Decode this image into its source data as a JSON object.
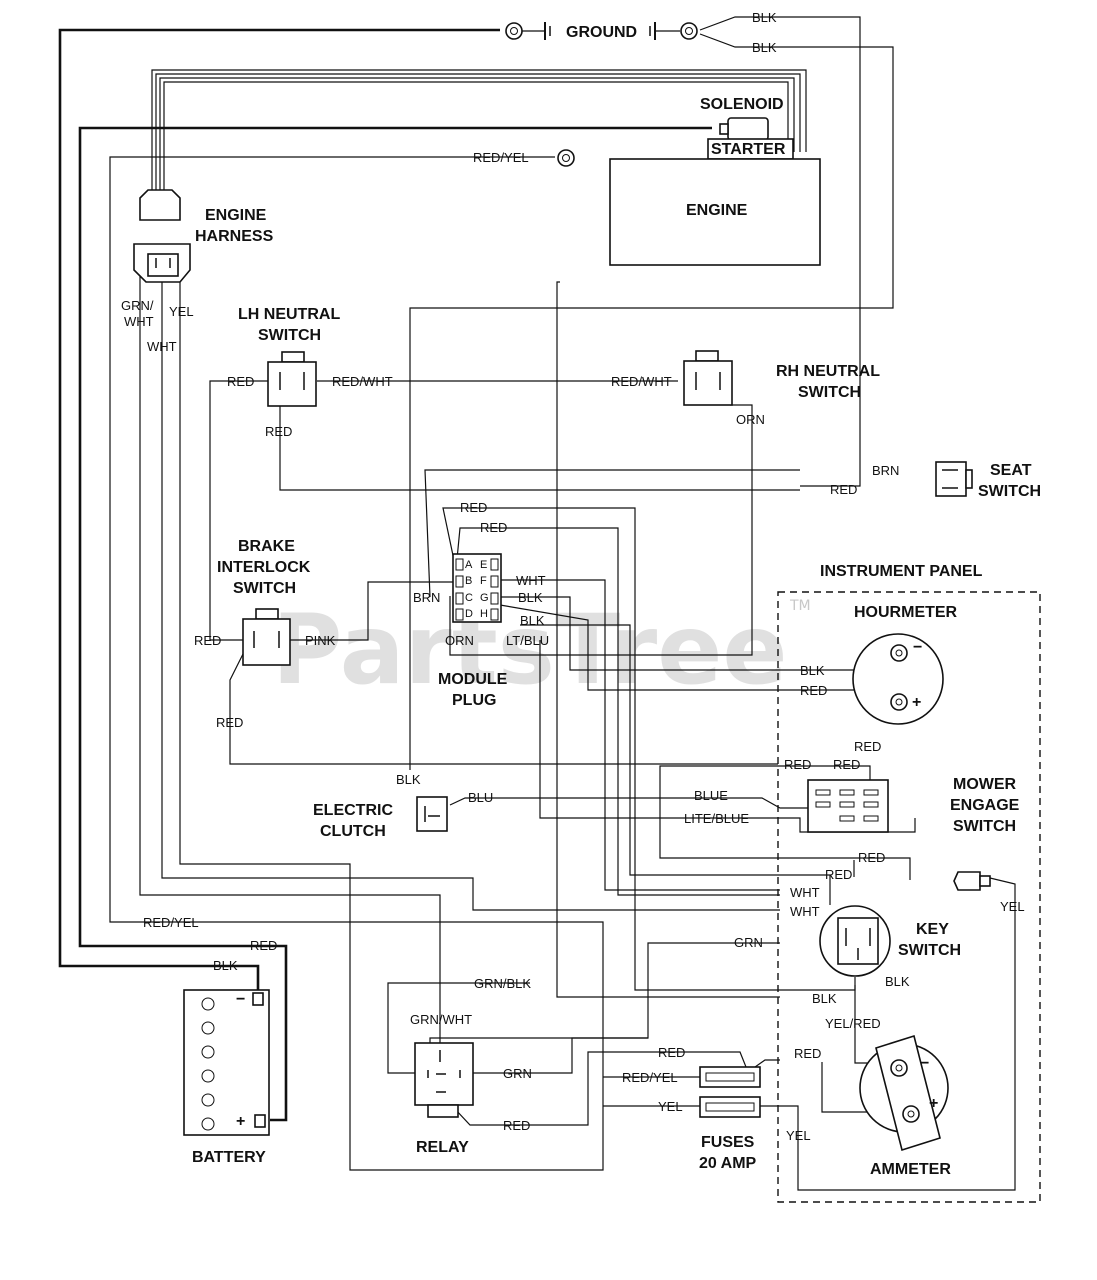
{
  "watermark": {
    "text": "PartsTree",
    "trademark": "TM"
  },
  "components": {
    "ground": "GROUND",
    "solenoid": "SOLENOID",
    "starter": "STARTER",
    "engine": "ENGINE",
    "engine_harness": [
      "ENGINE",
      "HARNESS"
    ],
    "lh_neutral_switch": [
      "LH NEUTRAL",
      "SWITCH"
    ],
    "rh_neutral_switch": [
      "RH NEUTRAL",
      "SWITCH"
    ],
    "seat_switch": [
      "SEAT",
      "SWITCH"
    ],
    "brake_interlock_switch": [
      "BRAKE",
      "INTERLOCK",
      "SWITCH"
    ],
    "module_plug": [
      "MODULE",
      "PLUG"
    ],
    "electric_clutch": [
      "ELECTRIC",
      "CLUTCH"
    ],
    "instrument_panel": "INSTRUMENT PANEL",
    "hourmeter": "HOURMETER",
    "mower_engage_switch": [
      "MOWER",
      "ENGAGE",
      "SWITCH"
    ],
    "key_switch": [
      "KEY",
      "SWITCH"
    ],
    "relay": "RELAY",
    "battery": "BATTERY",
    "fuses": [
      "FUSES",
      "20 AMP"
    ],
    "ammeter": "AMMETER"
  },
  "module_pins": {
    "left": [
      "A",
      "B",
      "C",
      "D"
    ],
    "right": [
      "E",
      "F",
      "G",
      "H"
    ]
  },
  "polarity": {
    "minus": "−",
    "plus": "+",
    "hour_minus": "−",
    "hour_plus": "+"
  },
  "wire_labels": {
    "gnd_blk1": "BLK",
    "gnd_blk2": "BLK",
    "red_yel_top": "RED/YEL",
    "grn_wht_harness": "GRN/\nWHT",
    "grn_wht_h1": "GRN/",
    "grn_wht_h2": "WHT",
    "yel_harness": "YEL",
    "wht_harness": "WHT",
    "lh_red_left": "RED",
    "lh_red_wht": "RED/WHT",
    "lh_red_below": "RED",
    "rh_red_wht": "RED/WHT",
    "rh_orn": "ORN",
    "seat_brn": "BRN",
    "seat_red": "RED",
    "brake_red": "RED",
    "brake_pink": "PINK",
    "brake_red_below": "RED",
    "mod_red_top1": "RED",
    "mod_red_top2": "RED",
    "mod_brn": "BRN",
    "mod_wht": "WHT",
    "mod_blk1": "BLK",
    "mod_blk2": "BLK",
    "mod_orn": "ORN",
    "mod_ltblu": "LT/BLU",
    "hour_blk": "BLK",
    "hour_red": "RED",
    "mower_red_top": "RED",
    "mower_red_a": "RED",
    "mower_red_b": "RED",
    "mower_blue": "BLUE",
    "mower_liteblue": "LITE/BLUE",
    "clutch_blk": "BLK",
    "clutch_blu": "BLU",
    "key_red1": "RED",
    "key_red2": "RED",
    "key_wht1": "WHT",
    "key_wht2": "WHT",
    "key_grn": "GRN",
    "key_blk": "BLK",
    "key_blk2": "BLK",
    "key_yel_red": "YEL/RED",
    "left_red_yel": "RED/YEL",
    "batt_red": "RED",
    "batt_blk": "BLK",
    "relay_grn_blk": "GRN/BLK",
    "relay_grn_wht": "GRN/WHT",
    "relay_grn": "GRN",
    "relay_red": "RED",
    "fuse_red1": "RED",
    "fuse_red_yel": "RED/YEL",
    "fuse_red2": "RED",
    "fuse_yel": "YEL",
    "fuse_yel2": "YEL",
    "panel_yel": "YEL"
  }
}
